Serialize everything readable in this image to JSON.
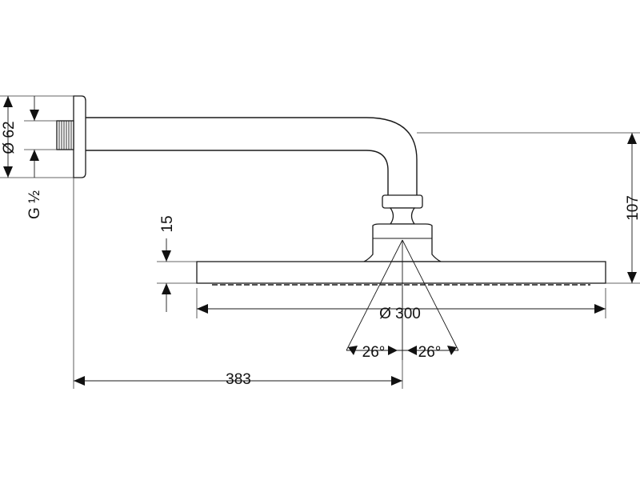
{
  "colors": {
    "line": "#1a1a1a",
    "background": "#ffffff"
  },
  "dimensions": {
    "flange_diameter": "Ø 62",
    "thread": "G ½",
    "height_offset": "107",
    "head_thickness": "15",
    "head_diameter": "Ø 300",
    "angle_left": "26°",
    "angle_right": "26°",
    "arm_length": "383"
  }
}
